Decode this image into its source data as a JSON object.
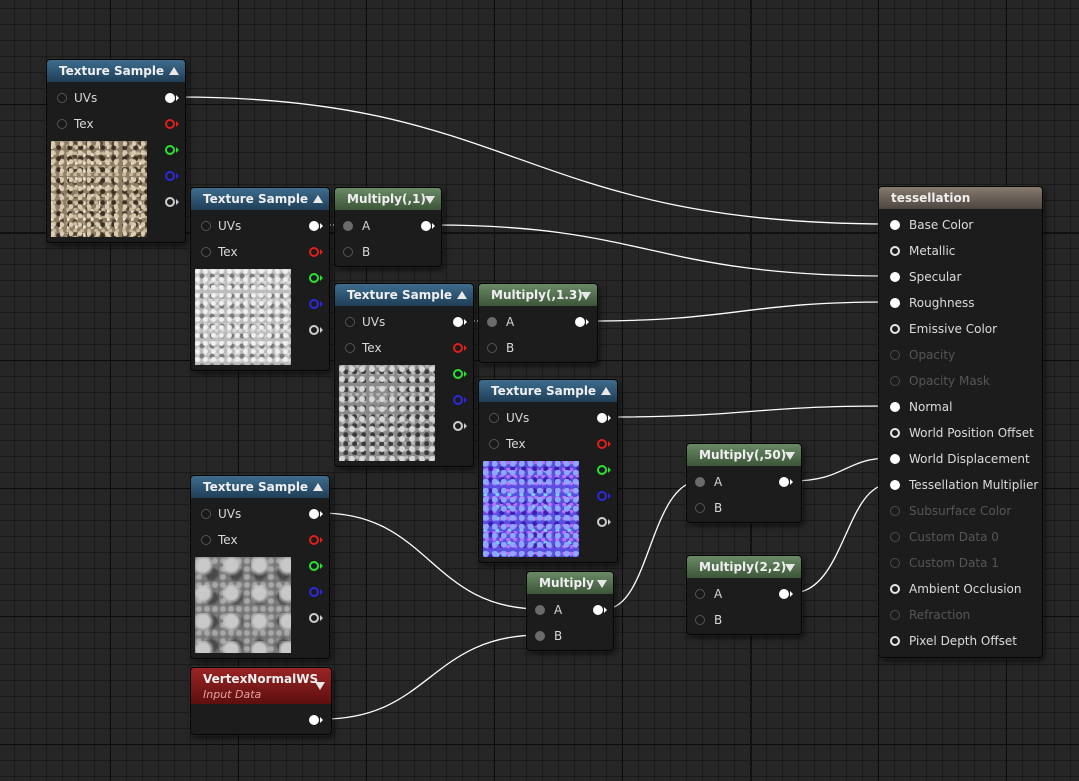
{
  "nodes": {
    "texture_sample_1": {
      "title": "Texture Sample",
      "inputs": [
        "UVs",
        "Tex"
      ],
      "thumbnail": "gravel-texture"
    },
    "texture_sample_2": {
      "title": "Texture Sample",
      "inputs": [
        "UVs",
        "Tex"
      ],
      "thumbnail": "grayscale-rock-texture"
    },
    "texture_sample_3": {
      "title": "Texture Sample",
      "inputs": [
        "UVs",
        "Tex"
      ],
      "thumbnail": "grayscale-rough-texture"
    },
    "texture_sample_4": {
      "title": "Texture Sample",
      "inputs": [
        "UVs",
        "Tex"
      ],
      "thumbnail": "normal-map-texture"
    },
    "texture_sample_5": {
      "title": "Texture Sample",
      "inputs": [
        "UVs",
        "Tex"
      ],
      "thumbnail": "cloud-noise-texture"
    },
    "multiply_1": {
      "title": "Multiply(,1)",
      "inputs": [
        "A",
        "B"
      ]
    },
    "multiply_13": {
      "title": "Multiply(,1.3)",
      "inputs": [
        "A",
        "B"
      ]
    },
    "multiply_50": {
      "title": "Multiply(,50)",
      "inputs": [
        "A",
        "B"
      ]
    },
    "multiply_22": {
      "title": "Multiply(2,2)",
      "inputs": [
        "A",
        "B"
      ]
    },
    "multiply": {
      "title": "Multiply",
      "inputs": [
        "A",
        "B"
      ]
    },
    "vertex_normal": {
      "title": "VertexNormalWS",
      "subtitle": "Input Data"
    },
    "material": {
      "title": "tessellation",
      "inputs": [
        {
          "label": "Base Color",
          "enabled": true,
          "connected": true
        },
        {
          "label": "Metallic",
          "enabled": true,
          "connected": false
        },
        {
          "label": "Specular",
          "enabled": true,
          "connected": true
        },
        {
          "label": "Roughness",
          "enabled": true,
          "connected": true
        },
        {
          "label": "Emissive Color",
          "enabled": true,
          "connected": false
        },
        {
          "label": "Opacity",
          "enabled": false,
          "connected": false
        },
        {
          "label": "Opacity Mask",
          "enabled": false,
          "connected": false
        },
        {
          "label": "Normal",
          "enabled": true,
          "connected": true
        },
        {
          "label": "World Position Offset",
          "enabled": true,
          "connected": false
        },
        {
          "label": "World Displacement",
          "enabled": true,
          "connected": true
        },
        {
          "label": "Tessellation Multiplier",
          "enabled": true,
          "connected": true
        },
        {
          "label": "Subsurface Color",
          "enabled": false,
          "connected": false
        },
        {
          "label": "Custom Data 0",
          "enabled": false,
          "connected": false
        },
        {
          "label": "Custom Data 1",
          "enabled": false,
          "connected": false
        },
        {
          "label": "Ambient Occlusion",
          "enabled": true,
          "connected": false
        },
        {
          "label": "Refraction",
          "enabled": false,
          "connected": false
        },
        {
          "label": "Pixel Depth Offset",
          "enabled": true,
          "connected": false
        }
      ]
    }
  },
  "colors": {
    "background": "#262626",
    "texture_header": "#2e5673",
    "multiply_header": "#546f50",
    "material_header": "#6e645b",
    "vertex_header": "#7c1a1a",
    "wire": "#ffffff",
    "pin_red": "#e01e1e",
    "pin_green": "#2ae02a",
    "pin_blue": "#2a2ae0"
  }
}
